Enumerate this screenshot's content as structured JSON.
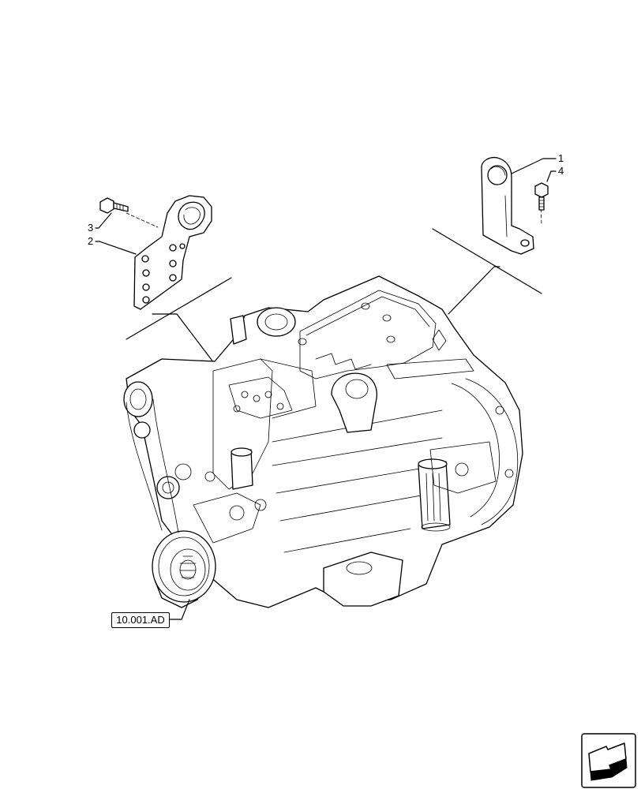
{
  "callouts": [
    {
      "id": "1",
      "text": "1"
    },
    {
      "id": "2",
      "text": "2"
    },
    {
      "id": "3",
      "text": "3"
    },
    {
      "id": "4",
      "text": "4"
    }
  ],
  "reference": {
    "text": "10.001.AD"
  },
  "icons": {
    "nav": "next-page-arrow-icon"
  }
}
